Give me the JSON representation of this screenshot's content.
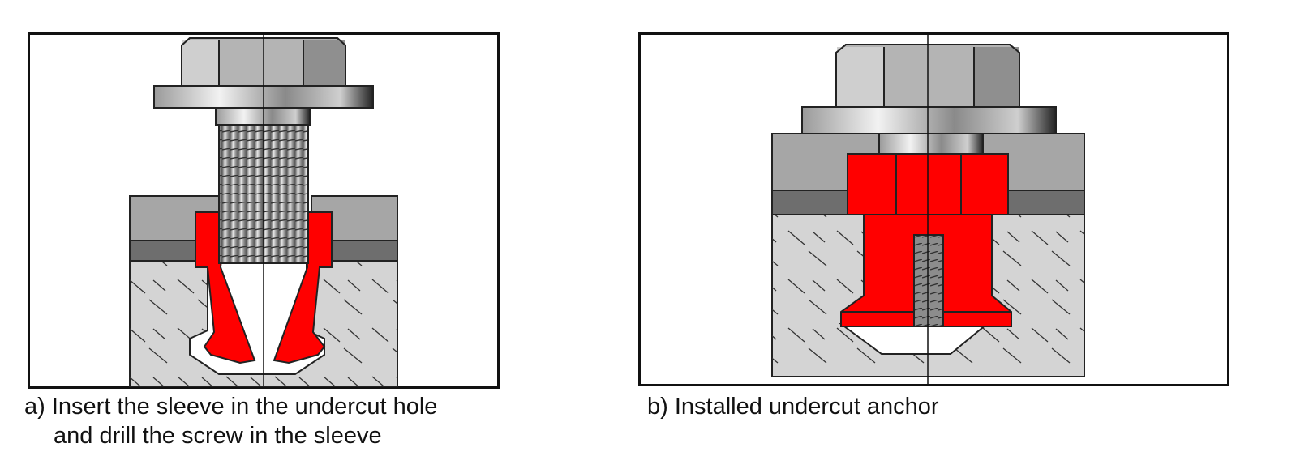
{
  "figure": {
    "panels": [
      {
        "id": "a",
        "caption_line1": "a) Insert the sleeve in the undercut hole",
        "caption_line2": "and drill the screw in the sleeve",
        "state": "sleeve inserted, screw being driven"
      },
      {
        "id": "b",
        "caption_line1": "b) Installed undercut anchor",
        "state": "installed"
      }
    ],
    "colors": {
      "sleeve": "#ff0000",
      "concrete": "#d4d4d4",
      "plate": "#a6a6a6",
      "layer": "#6e6e6e",
      "bolt_head": "#b4b4b4",
      "outline": "#1a1a1a"
    }
  }
}
